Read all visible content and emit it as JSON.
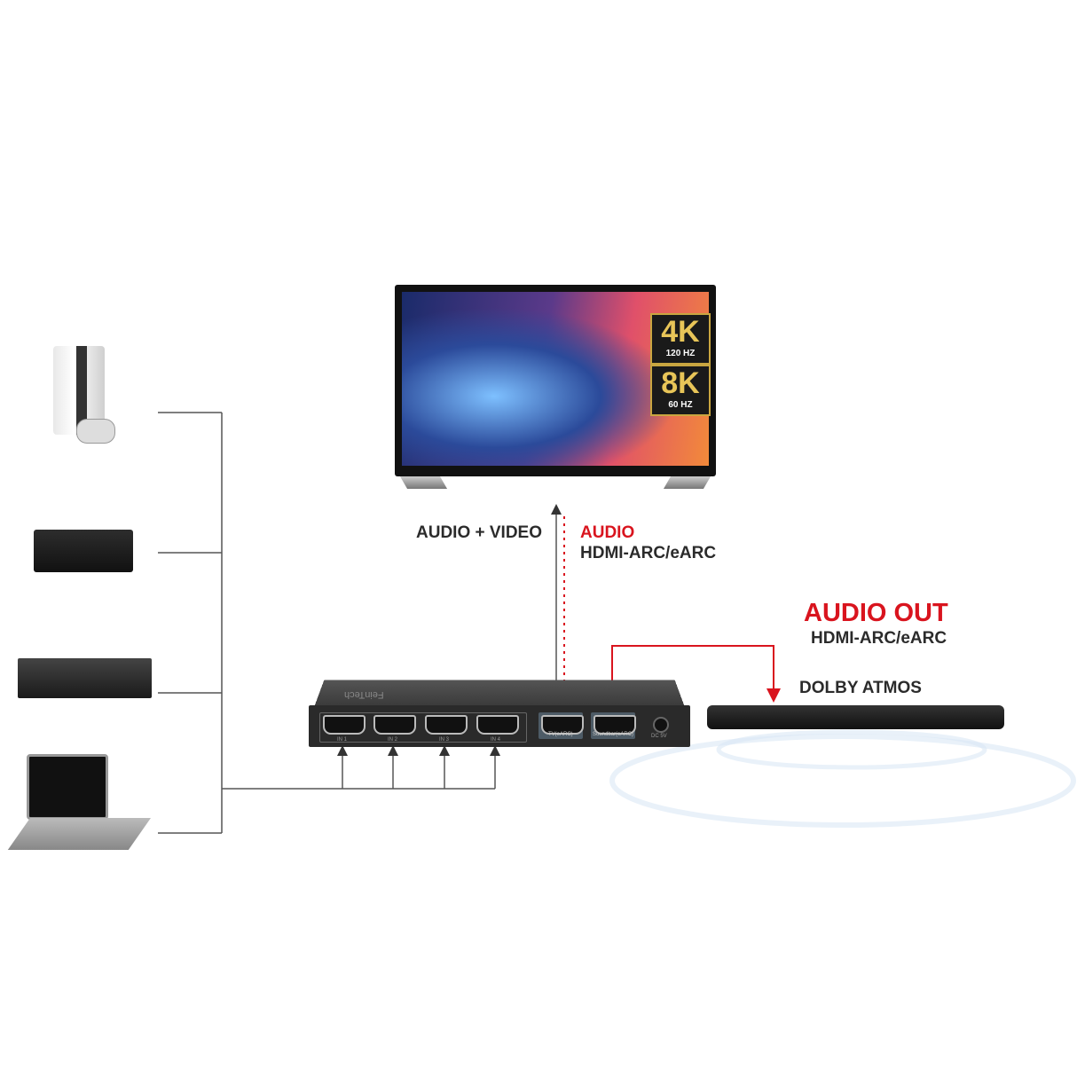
{
  "labels": {
    "audio_video": "AUDIO + VIDEO",
    "audio": "AUDIO",
    "audio_protocol": "HDMI-ARC/eARC",
    "audio_out": "AUDIO OUT",
    "audio_out_protocol": "HDMI-ARC/eARC",
    "dolby": "DOLBY ATMOS"
  },
  "tv_badges": [
    {
      "res": "4K",
      "rate": "120 HZ"
    },
    {
      "res": "8K",
      "rate": "60 HZ"
    }
  ],
  "switch": {
    "brand": "FeinTech",
    "ports": [
      "IN 1",
      "IN 2",
      "IN 3",
      "IN 4"
    ],
    "tv_port": "TV(eARC)",
    "soundbar_port": "Soundbar(eARC)",
    "power": "DC 5V"
  },
  "devices": [
    "game-console",
    "media-box",
    "blu-ray-player",
    "laptop"
  ],
  "colors": {
    "accent": "#d9141e",
    "line": "#444444",
    "text": "#2b2b2b"
  }
}
